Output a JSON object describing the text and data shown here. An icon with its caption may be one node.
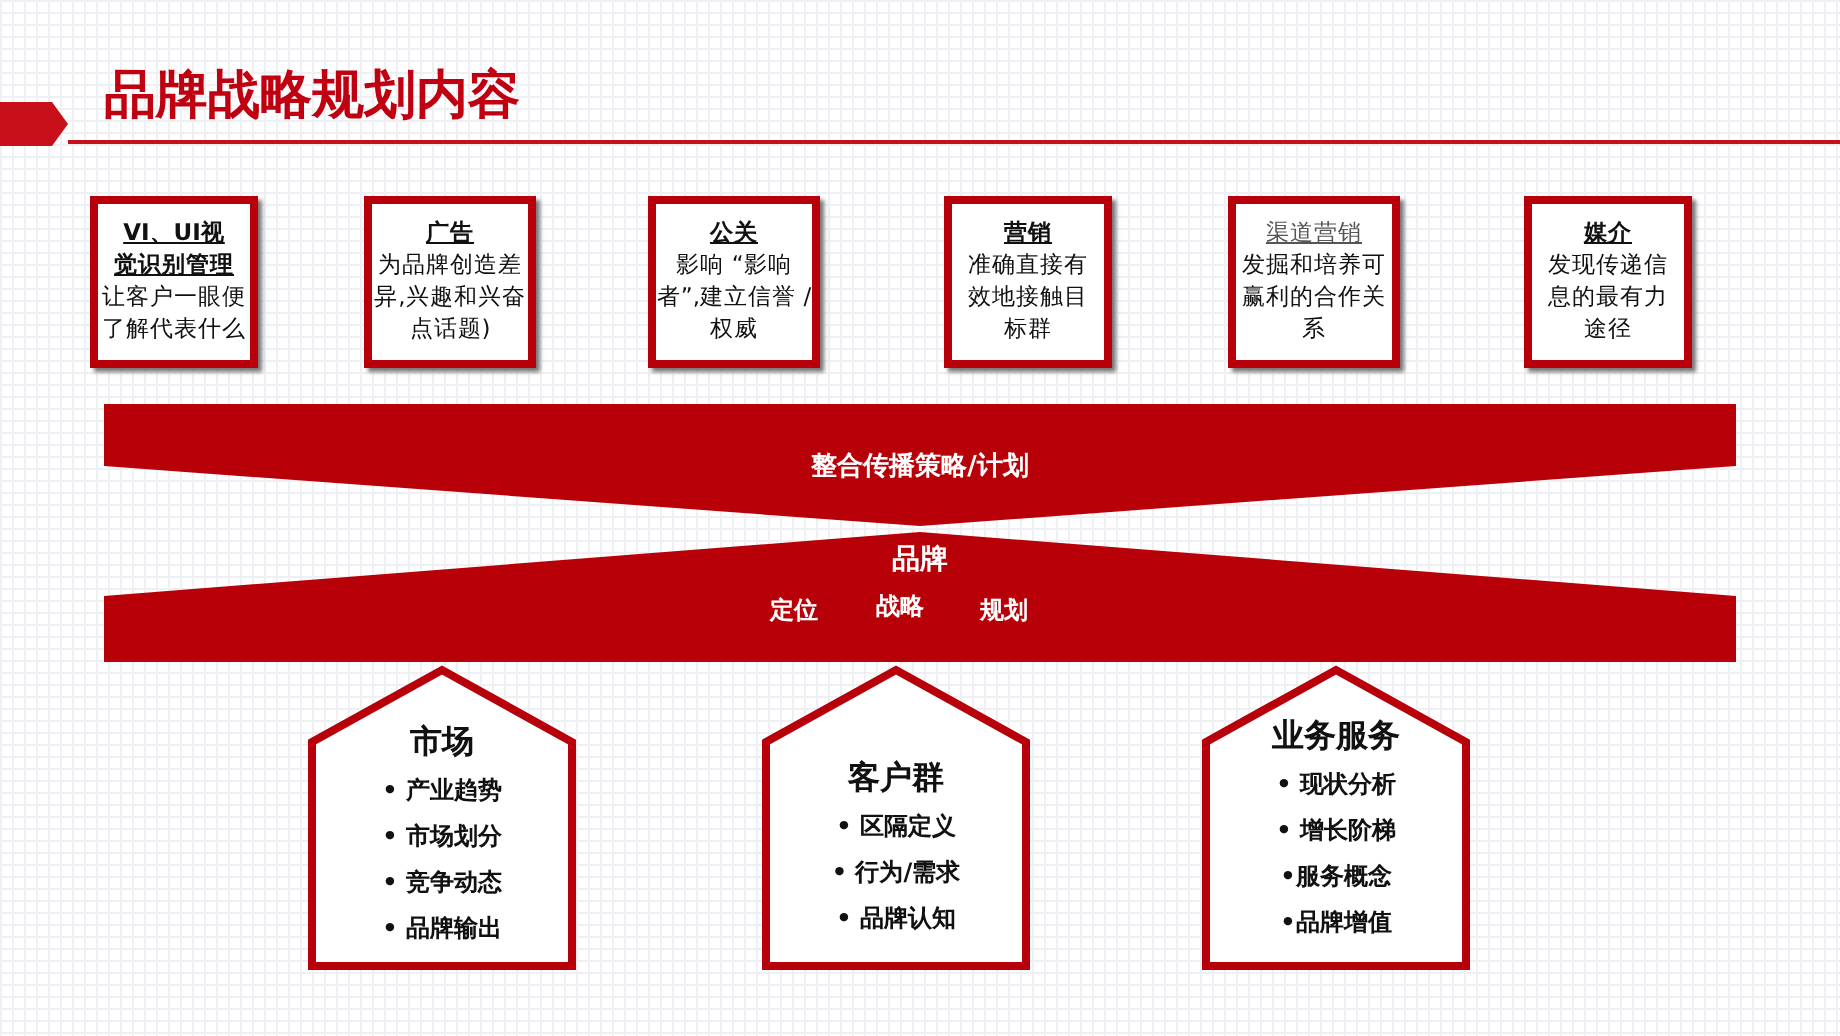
{
  "diagram": {
    "title": "品牌战略规划内容",
    "nodes": [
      {
        "text": [
          "VI、UI视觉识别管理",
          "让客户一眼便了解代表什么"
        ]
      },
      {
        "text": [
          "广告",
          "为品牌创造差异,兴趣和兴奋点话题)"
        ]
      },
      {
        "text": [
          "公关",
          "影响 “影响者”,建立信誉 / 权威"
        ]
      },
      {
        "text": [
          "营销",
          "准确直接有效地接触目标群"
        ]
      },
      {
        "text": [
          "渠道营销",
          "发掘和培养可赢利的合作关系"
        ]
      },
      {
        "text": [
          "媒介",
          "发现传递信息的最有力途径"
        ]
      },
      {
        "text": [
          "整合传播策略/计划"
        ]
      },
      {
        "text": [
          "品牌",
          "定位",
          "战略",
          "规划"
        ]
      },
      {
        "text": [
          "市场",
          "• 产业趋势",
          "• 市场划分",
          "• 竞争动态",
          "• 品牌输出"
        ]
      },
      {
        "text": [
          "客户群",
          "• 区隔定义",
          "• 行为/需求",
          "• 品牌认知"
        ]
      },
      {
        "text": [
          "业务服务",
          "• 现状分析",
          "• 增长阶梯",
          "•服务概念",
          "•品牌增值"
        ]
      }
    ]
  }
}
